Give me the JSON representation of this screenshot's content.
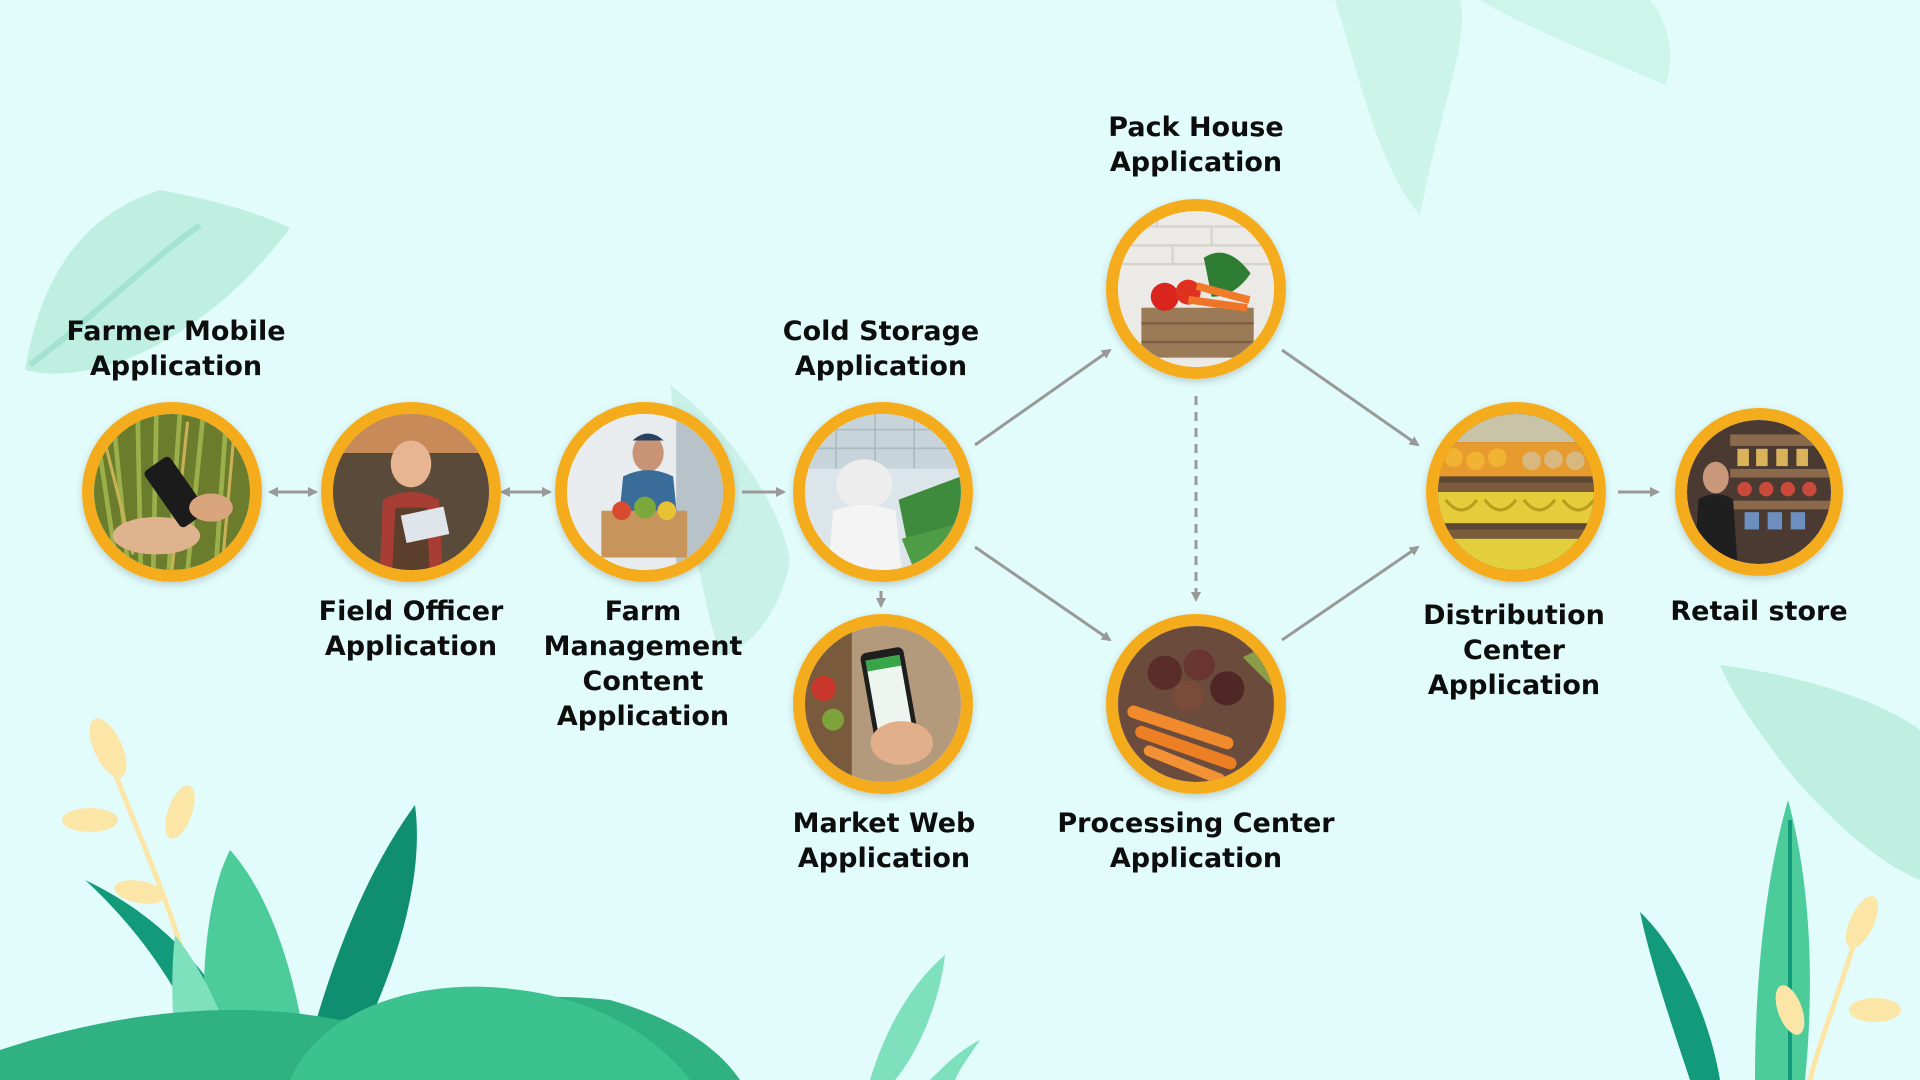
{
  "colors": {
    "background": "#e2fcfc",
    "node_ring": "#f5ac1c",
    "arrow": "#999999",
    "leaf_dark": "#139a7a",
    "leaf_mid": "#3cc28f",
    "leaf_light": "#7fe0bd"
  },
  "nodes": [
    {
      "id": "farmer-mobile",
      "label": "Farmer Mobile\nApplication",
      "icon": "phone-in-field-photo"
    },
    {
      "id": "field-officer",
      "label": "Field Officer\nApplication",
      "icon": "farmer-with-tablet-photo"
    },
    {
      "id": "farm-management",
      "label": "Farm\nManagement\nContent\nApplication",
      "icon": "man-with-produce-box-photo"
    },
    {
      "id": "cold-storage",
      "label": "Cold Storage\nApplication",
      "icon": "greenhouse-worker-photo"
    },
    {
      "id": "market-web",
      "label": "Market Web\nApplication",
      "icon": "hand-holding-phone-photo"
    },
    {
      "id": "pack-house",
      "label": "Pack House\nApplication",
      "icon": "vegetable-crate-photo"
    },
    {
      "id": "processing-center",
      "label": "Processing Center\nApplication",
      "icon": "carrots-beets-photo"
    },
    {
      "id": "distribution-center",
      "label": "Distribution\nCenter\nApplication",
      "icon": "fruit-stand-photo"
    },
    {
      "id": "retail-store",
      "label": "Retail store",
      "icon": "grocery-shelves-photo"
    }
  ],
  "edges": [
    {
      "from": "farmer-mobile",
      "to": "field-officer",
      "style": "bidirectional"
    },
    {
      "from": "field-officer",
      "to": "farm-management",
      "style": "bidirectional"
    },
    {
      "from": "farm-management",
      "to": "cold-storage",
      "style": "solid"
    },
    {
      "from": "cold-storage",
      "to": "market-web",
      "style": "solid"
    },
    {
      "from": "cold-storage",
      "to": "pack-house",
      "style": "solid"
    },
    {
      "from": "cold-storage",
      "to": "processing-center",
      "style": "solid"
    },
    {
      "from": "pack-house",
      "to": "processing-center",
      "style": "dashed"
    },
    {
      "from": "pack-house",
      "to": "distribution-center",
      "style": "solid"
    },
    {
      "from": "processing-center",
      "to": "distribution-center",
      "style": "solid"
    },
    {
      "from": "distribution-center",
      "to": "retail-store",
      "style": "solid"
    }
  ]
}
